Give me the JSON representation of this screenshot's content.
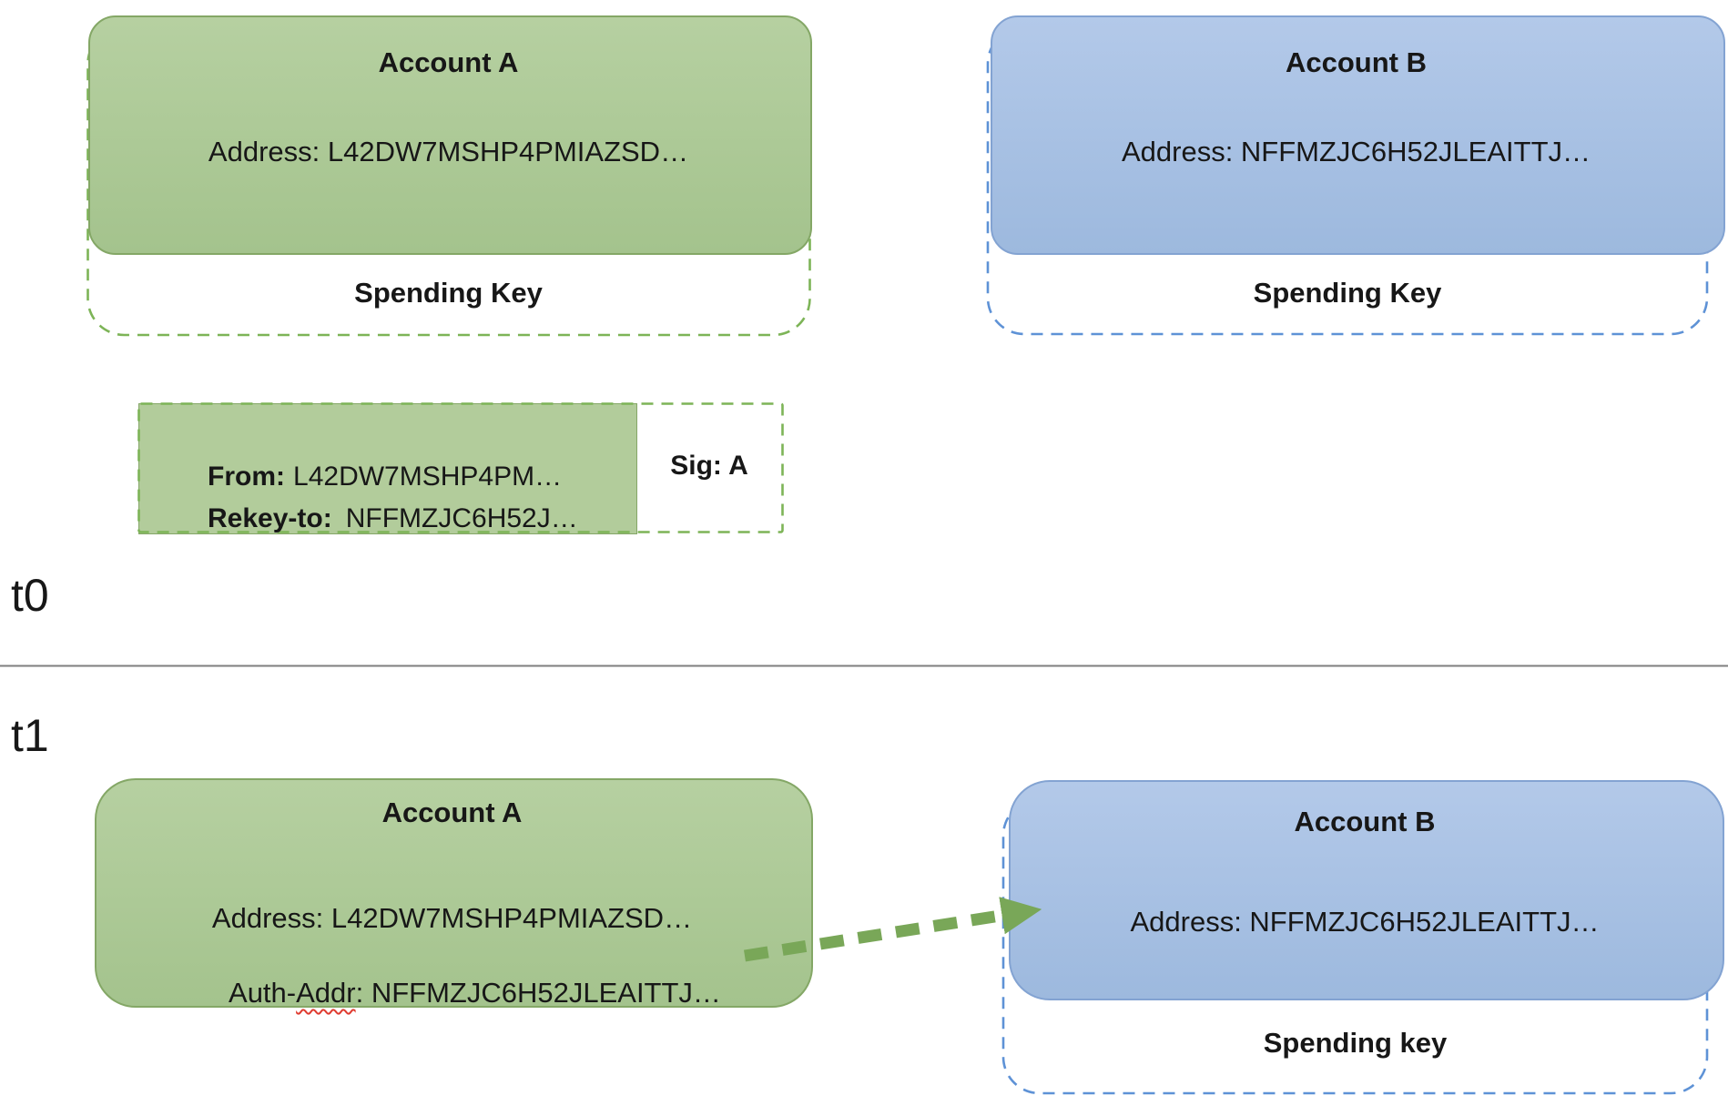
{
  "diagram": {
    "t0": {
      "time_label": "t0",
      "account_a": {
        "title": "Account A",
        "address": "Address: L42DW7MSHP4PMIAZSD…",
        "key_label": "Spending Key"
      },
      "account_b": {
        "title": "Account B",
        "address": "Address: NFFMZJC6H52JLEAITTJ…",
        "key_label": "Spending Key"
      },
      "rekey_transaction": {
        "from_label": "From:",
        "from_value": "L42DW7MSHP4PM…",
        "rekey_label": "Rekey-to:",
        "rekey_value": "NFFMZJC6H52J…",
        "signature": "Sig: A"
      }
    },
    "t1": {
      "time_label": "t1",
      "account_a": {
        "title": "Account A",
        "address": "Address: L42DW7MSHP4PMIAZSD…",
        "auth_addr_prefix": "Auth-",
        "auth_addr_misspelled": "Addr",
        "auth_addr_rest": ": NFFMZJC6H52JLEAITTJ…"
      },
      "account_b": {
        "title": "Account B",
        "address": "Address: NFFMZJC6H52JLEAITTJ…",
        "key_label": "Spending key"
      }
    },
    "colors": {
      "green_fill_top": "#b6d0a1",
      "green_fill_bottom": "#a4c38d",
      "green_border": "#84a766",
      "green_dash": "#7db457",
      "txn_green_fill": "#b2cc9b",
      "txn_green_border": "#85a768",
      "blue_fill_top": "#b3c9e9",
      "blue_fill_bottom": "#9db9de",
      "blue_border": "#83a3d2",
      "blue_dash": "#5e92d6",
      "arrow_green": "#79a758",
      "divider_gray": "#7f7f7f",
      "spellcheck_red": "#e03c31",
      "text_black": "#171717"
    }
  }
}
